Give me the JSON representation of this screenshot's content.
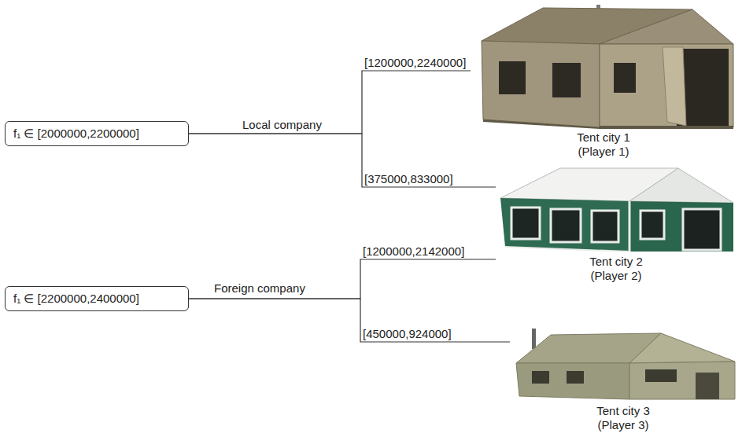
{
  "diagram": {
    "nodes": [
      {
        "text": [
          "f₁ ∈ [2000000,2200000]"
        ]
      },
      {
        "text": [
          "Tent city 1",
          "(Player 1)"
        ]
      },
      {
        "text": [
          "Tent city 2",
          "(Player 2)"
        ]
      },
      {
        "text": [
          "f₁ ∈ [2200000,2400000]"
        ]
      },
      {
        "text": [
          "Tent city 3",
          "(Player 3)"
        ]
      }
    ],
    "edges": [
      {
        "from": 0,
        "to": 1,
        "arrow": "none",
        "label": "[1200000,2240000]"
      },
      {
        "from": 0,
        "to": 2,
        "arrow": "none",
        "label": "[375000,833000]"
      },
      {
        "from": 3,
        "to": 2,
        "arrow": "none",
        "label": "[1200000,2142000]"
      },
      {
        "from": 3,
        "to": 4,
        "arrow": "none",
        "label": "[450000,924000]"
      }
    ],
    "labels": [
      "Local company",
      "Foreign company"
    ]
  }
}
